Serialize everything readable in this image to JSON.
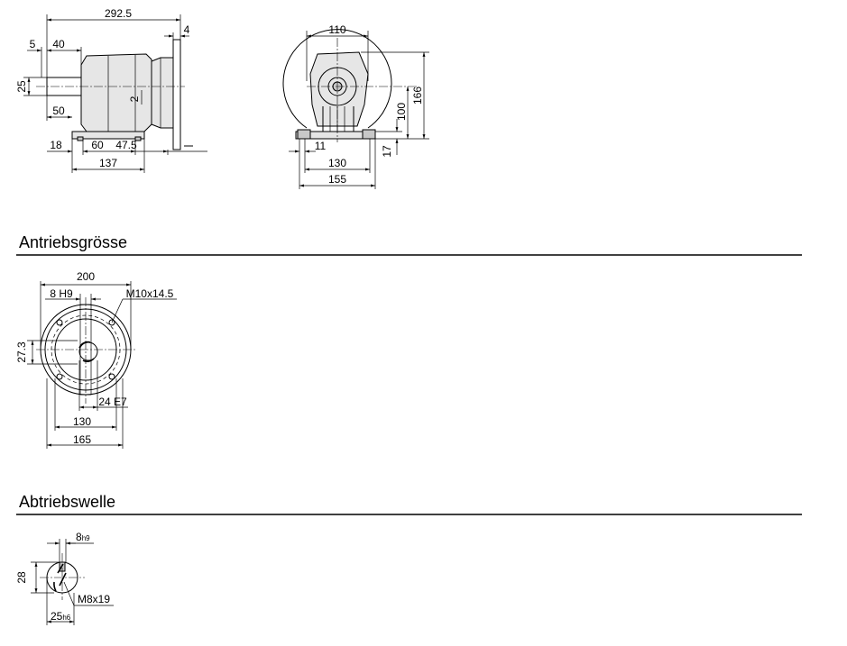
{
  "sections": {
    "input": "Antriebsgrösse",
    "output": "Abtriebswelle"
  },
  "side_view": {
    "overall": "292.5",
    "flange": "4",
    "shaft_offset": "5",
    "shaft_len": "40",
    "shaft_dia": "25",
    "shaft_a": "50",
    "small": "2",
    "foot_edge": "18",
    "foot_a": "60",
    "foot_b": "47.5",
    "foot_total": "137"
  },
  "front_view": {
    "top_width": "110",
    "height_total": "166",
    "height_axis": "100",
    "foot_thick": "17",
    "hole": "11",
    "foot_holes": "130",
    "foot_width": "155"
  },
  "flange_view": {
    "outer": "200",
    "key": "8 H9",
    "thread": "M10x14.5",
    "key_height": "27.3",
    "bore": "24 E7",
    "spigot": "130",
    "pcd": "165"
  },
  "output_shaft": {
    "key": "8",
    "key_tol": "h9",
    "height": "28",
    "thread": "M8x19",
    "dia": "25",
    "dia_tol": "h6"
  }
}
